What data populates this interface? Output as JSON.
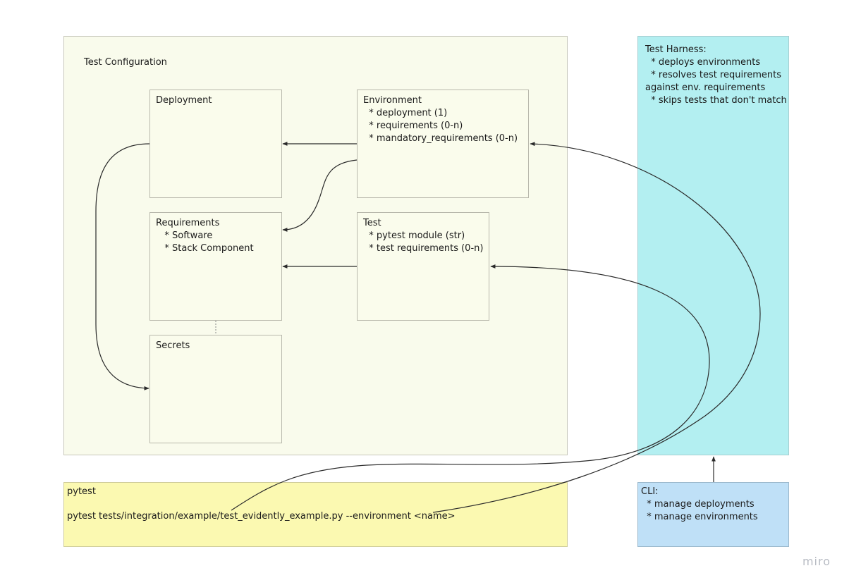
{
  "test_config": {
    "title": "Test Configuration",
    "deployment": {
      "title": "Deployment"
    },
    "environment": {
      "title": "Environment",
      "lines": [
        "  * deployment (1)",
        "  * requirements (0-n)",
        "  * mandatory_requirements (0-n)"
      ]
    },
    "requirements": {
      "title": "Requirements",
      "lines": [
        "   * Software",
        "   * Stack Component"
      ]
    },
    "test": {
      "title": "Test",
      "lines": [
        "  * pytest module (str)",
        "  * test requirements (0-n)"
      ]
    },
    "secrets": {
      "title": "Secrets"
    }
  },
  "harness": {
    "lines": [
      "Test Harness:",
      "  * deploys environments",
      "  * resolves test requirements",
      "against env. requirements",
      "  * skips tests that don't match"
    ]
  },
  "pytest_panel": {
    "title": "pytest",
    "command": "pytest tests/integration/example/test_evidently_example.py --environment <name>"
  },
  "cli": {
    "lines": [
      "CLI:",
      "  * manage deployments",
      "  * manage environments"
    ]
  },
  "watermark": "miro",
  "colors": {
    "config_bg": "#f9fbec",
    "box_bg": "#fafcec",
    "harness_bg": "#b3eff1",
    "pytest_bg": "#fbf9b1",
    "cli_bg": "#bfe0f7",
    "line": "#2a2a2a"
  }
}
